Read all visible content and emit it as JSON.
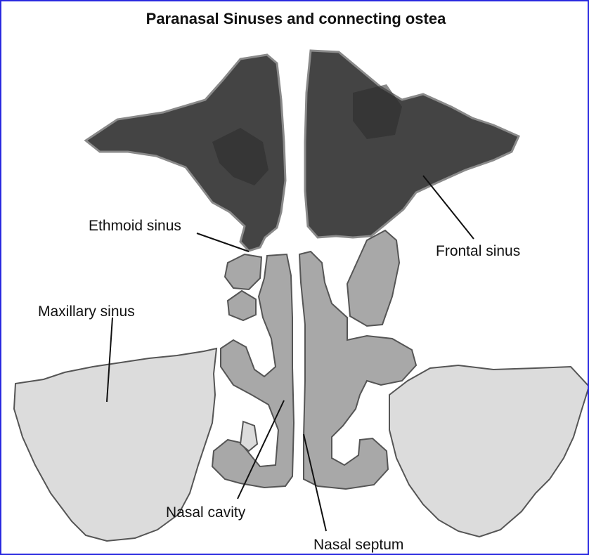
{
  "title": "Paranasal Sinuses and connecting ostea",
  "labels": {
    "ethmoid_sinus": "Ethmoid sinus",
    "frontal_sinus": "Frontal sinus",
    "maxillary_sinus": "Maxillary sinus",
    "nasal_cavity": "Nasal cavity",
    "nasal_septum": "Nasal septum"
  },
  "colors": {
    "border": "#2a2ae0",
    "frontal_fill": "#444444",
    "maxillary_fill": "#dcdcdc",
    "cavity_fill": "#a8a8a8",
    "text": "#111111"
  }
}
